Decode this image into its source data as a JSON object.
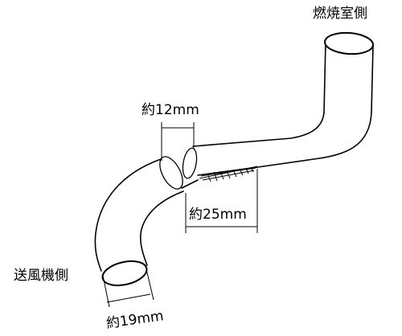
{
  "labels": {
    "combustion_side": "燃焼室側",
    "blower_side": "送風機側",
    "dim_12": "約12mm",
    "dim_25": "約25mm",
    "dim_19": "約19mm"
  },
  "colors": {
    "stroke": "#000000",
    "background": "#ffffff"
  }
}
